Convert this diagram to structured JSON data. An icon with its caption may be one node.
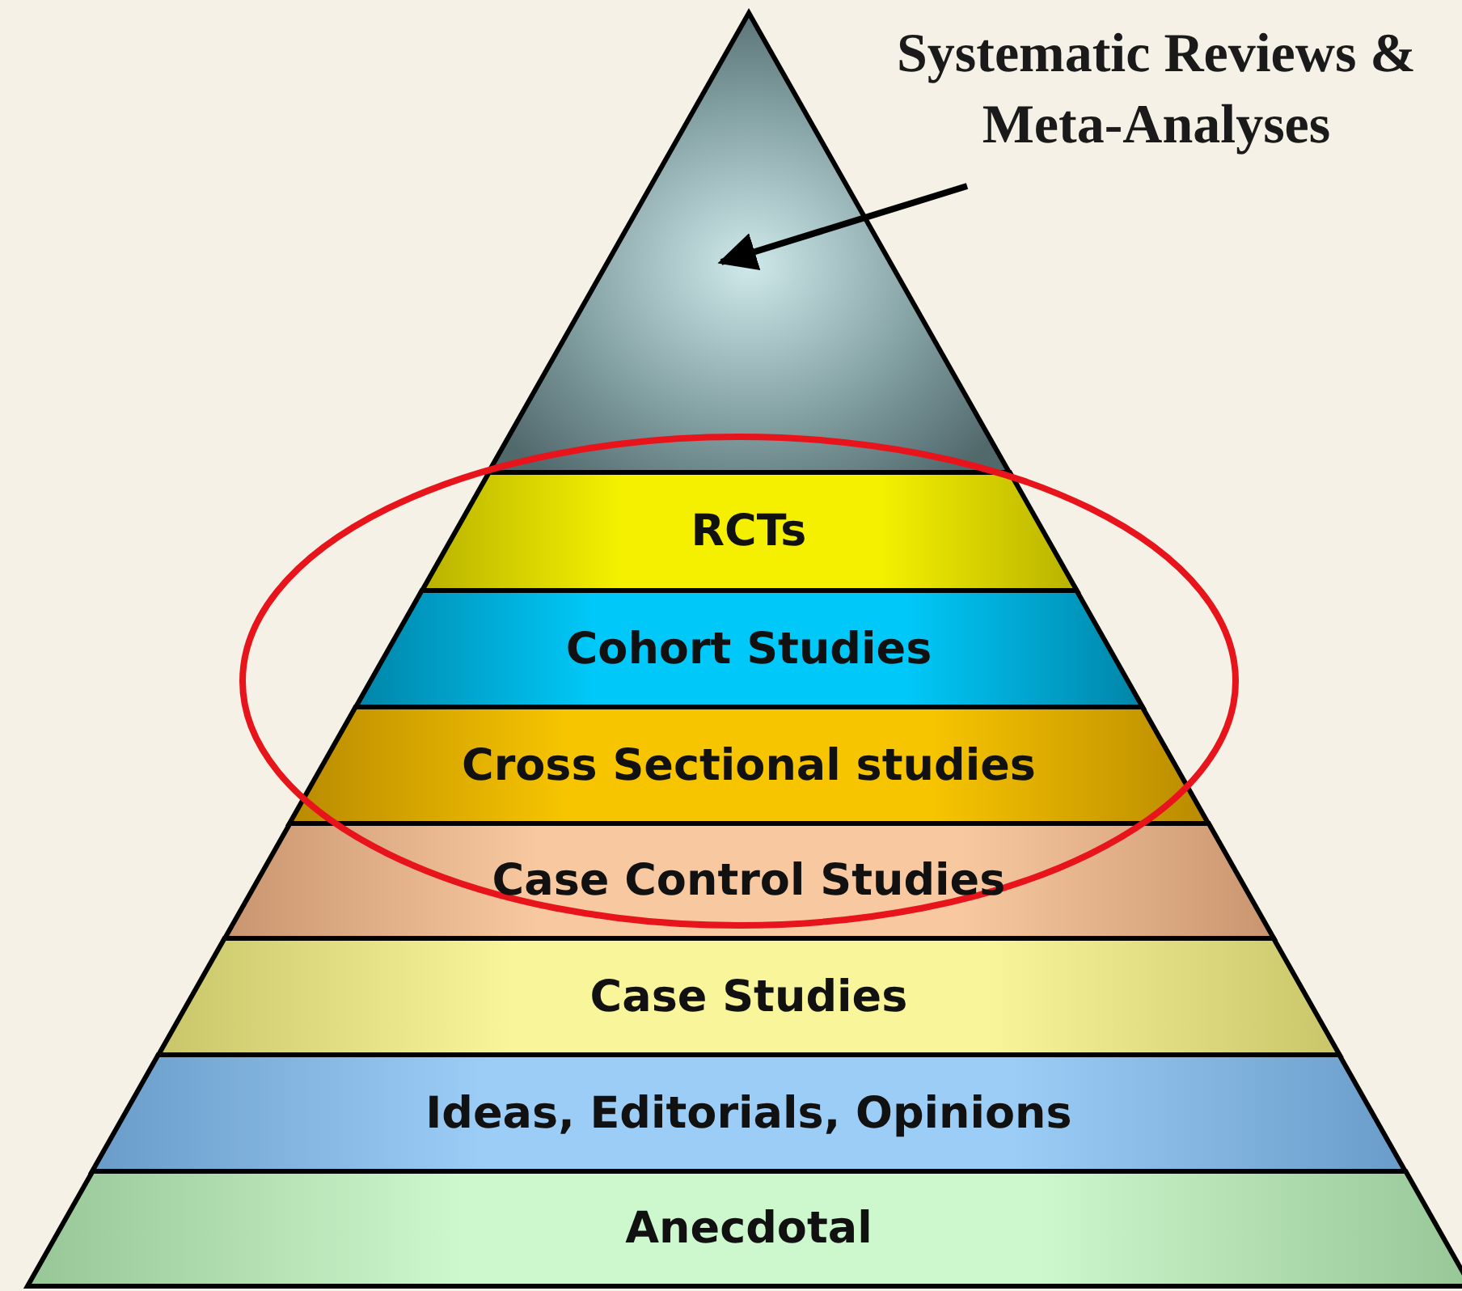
{
  "diagram": {
    "nodes": [
      {
        "text": [
          "Systematic Reviews & Meta-Analyses"
        ]
      },
      {
        "text": [],
        "shape": "triangle"
      },
      {
        "text": [
          "RCTs"
        ]
      },
      {
        "text": [
          "Cohort Studies"
        ]
      },
      {
        "text": [
          "Cross Sectional studies"
        ]
      },
      {
        "text": [
          "Case Control Studies"
        ]
      },
      {
        "text": [
          "Case Studies"
        ]
      },
      {
        "text": [
          "Ideas, Editorials, Opinions"
        ]
      },
      {
        "text": [
          "Anecdotal"
        ]
      }
    ],
    "edges": [
      {
        "from": 0,
        "to": 1,
        "arrow": "to"
      }
    ]
  }
}
